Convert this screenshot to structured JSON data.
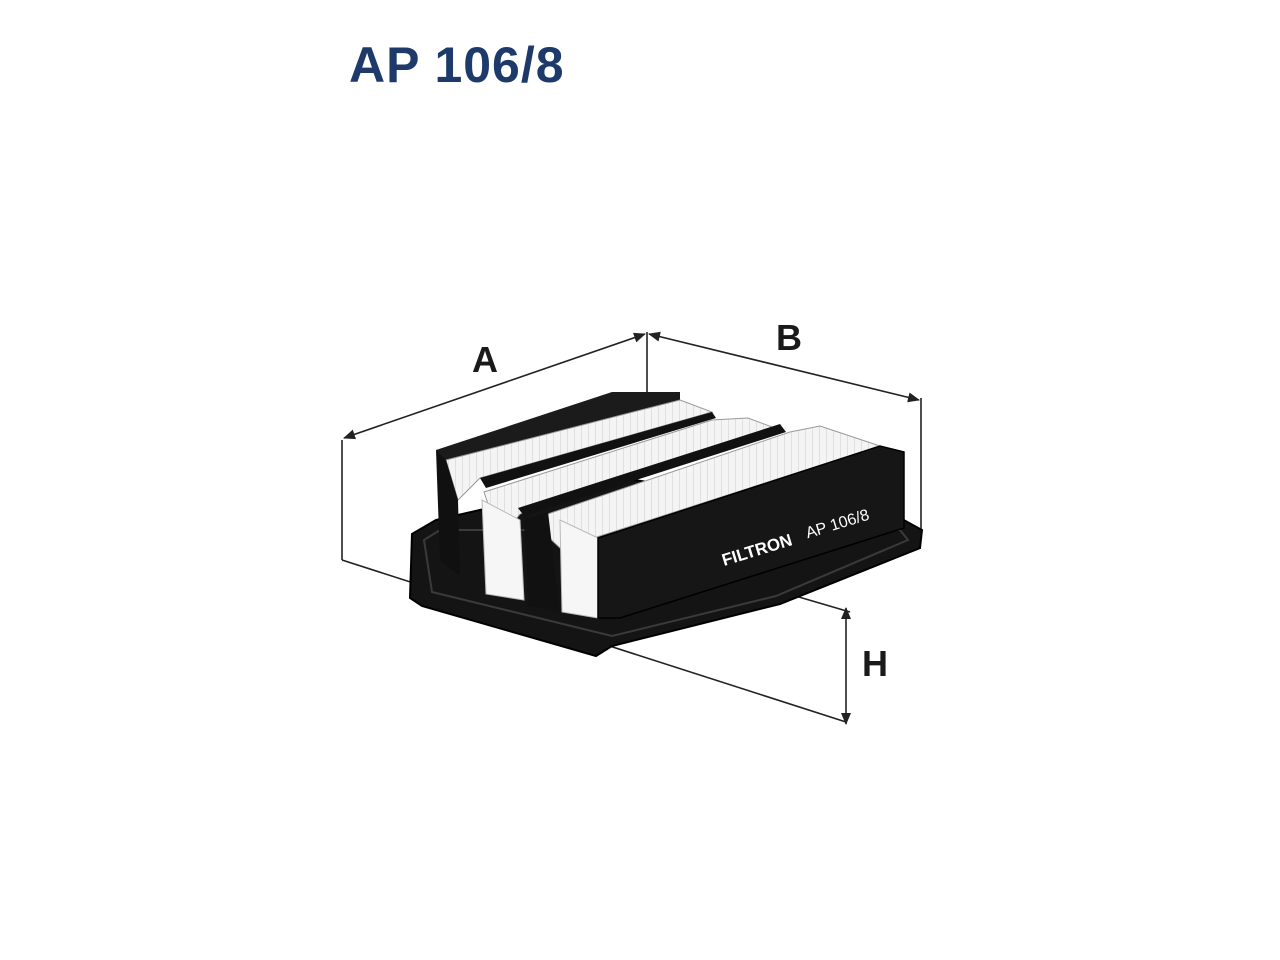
{
  "title": "AP 106/8",
  "dimension_labels": {
    "a": "A",
    "b": "B",
    "h": "H"
  },
  "product_markings": {
    "brand": "FILTRON",
    "model": "AP 106/8"
  },
  "colors": {
    "title": "#1e3a6b",
    "frame": "#141414",
    "media": "#f2f2f2"
  }
}
